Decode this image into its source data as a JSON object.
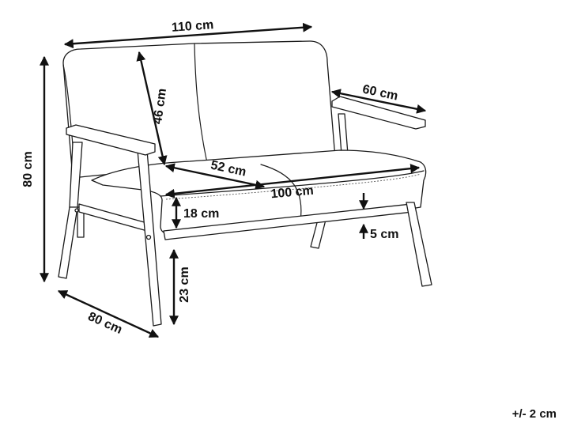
{
  "product": "loveseat-sofa",
  "dimensions": {
    "overall_width": "110 cm",
    "overall_height": "80 cm",
    "overall_depth": "80 cm",
    "backrest_height": "46 cm",
    "armrest_depth": "60 cm",
    "seat_depth": "52 cm",
    "seat_width": "100 cm",
    "seat_cushion_height": "18 cm",
    "seat_clearance": "5 cm",
    "leg_height": "23 cm"
  },
  "tolerance": "+/- 2 cm",
  "colors": {
    "line": "#1a1a1a",
    "arrow": "#111111",
    "background": "#ffffff"
  }
}
